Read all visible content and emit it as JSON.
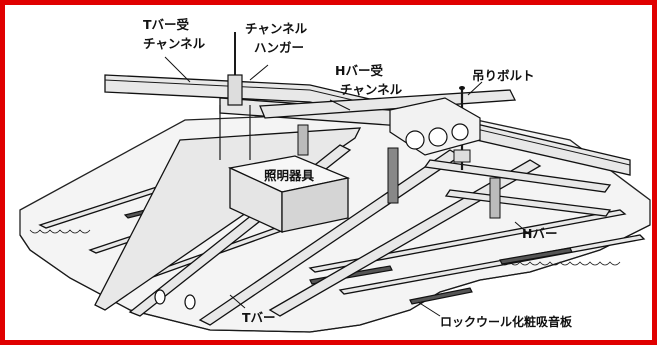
{
  "labels": {
    "t_bar_channel_line1": "Tバー受",
    "t_bar_channel_line2": "チャンネル",
    "channel_hanger_line1": "チャンネル",
    "channel_hanger_line2": "ハンガー",
    "h_bar_channel_line1": "Hバー受",
    "h_bar_channel_line2": "チャンネル",
    "hanging_bolt": "吊りボルト",
    "lighting_fixture": "照明器具",
    "h_bar": "Hバー",
    "t_bar": "Tバー",
    "rock_wool_board": "ロックウール化粧吸音板"
  },
  "colors": {
    "frame_border": "#e00000",
    "line": "#1a1a1a",
    "background": "#ffffff"
  }
}
